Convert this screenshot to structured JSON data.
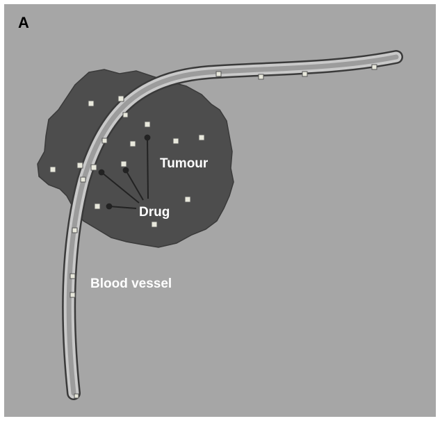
{
  "figure": {
    "panel_letter": "A",
    "labels": {
      "tumour": "Tumour",
      "drug": "Drug",
      "blood_vessel": "Blood vessel"
    }
  },
  "colors": {
    "background": "#a6a6a6",
    "tumour_fill": "#4d4d4d",
    "vessel_outline": "#3a3a3a",
    "vessel_wall": "#c9c9c9",
    "vessel_lumen": "#9c9c9c",
    "drug_particle": "#e8e8dc",
    "drug_arrow": "#222222",
    "label_text": "#ffffff",
    "frame_border": "#ffffff"
  }
}
